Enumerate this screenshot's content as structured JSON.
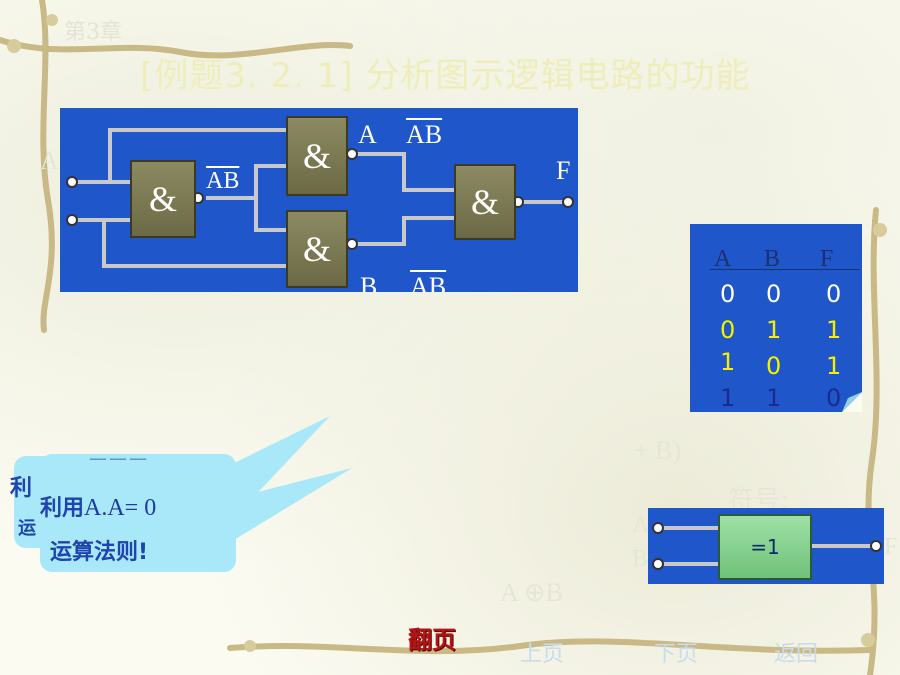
{
  "slide": {
    "chapter": "第3章",
    "title": "[例题3. 2. 1]  分析图示逻辑电路的功能"
  },
  "circuit": {
    "gate_symbol": "&",
    "input_a": "A",
    "label_ab_bar": "AB",
    "label_a": "A",
    "label_ab_bar_top": "AB",
    "label_b": "B",
    "label_ab_bar_bottom": "AB",
    "output_f": "F"
  },
  "truth_table": {
    "headers": [
      "A",
      "B",
      "F"
    ],
    "rows": [
      [
        "0",
        "0",
        "0"
      ],
      [
        "0",
        "1",
        "1"
      ],
      [
        "1",
        "0",
        "1"
      ],
      [
        "1",
        "1",
        "0"
      ]
    ],
    "colors": {
      "a": "#1a2a90",
      "b": "#1a2a90",
      "f": "#1a2a90"
    }
  },
  "callout": {
    "line1_prefix": "利用",
    "line1_expr": "A.A= 0",
    "line2": "运算法则!",
    "partial_left_1": "利",
    "partial_left_2": "运",
    "dashes": "— — —"
  },
  "background_text": {
    "expr_fragment": "+ B)",
    "symbol_label": "符号:",
    "xor_result": "A ⊕B"
  },
  "xor_symbol": {
    "gate_label": "=1",
    "input_a": "A",
    "input_b": "B",
    "output": "F"
  },
  "nav": {
    "flip": "翻页",
    "prev": "上页",
    "next": "下页",
    "back": "返回"
  },
  "colors": {
    "circuit_bg": "#1f56c9",
    "gate_fill": "#7a7852",
    "flip_red": "#b31414",
    "nav_faint": "#c8dcee"
  }
}
